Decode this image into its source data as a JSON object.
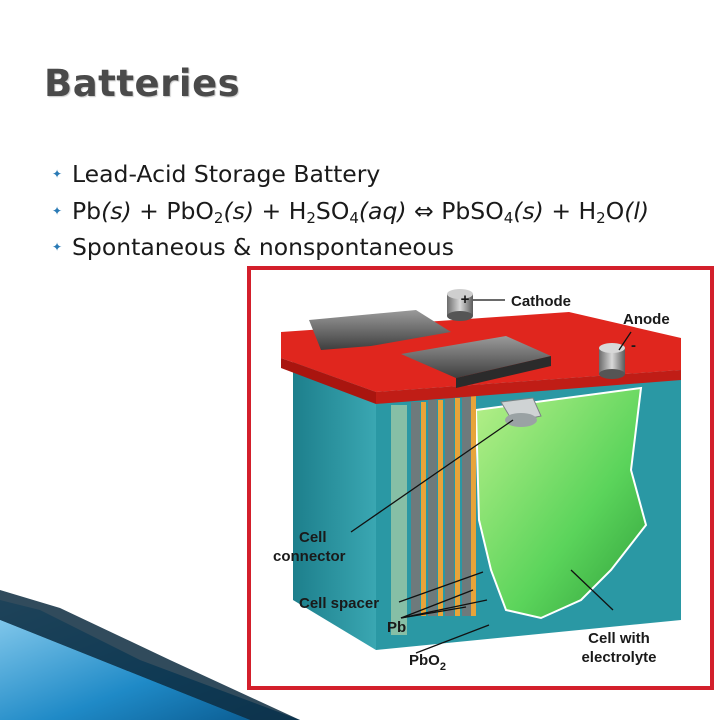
{
  "slide": {
    "title": "Batteries",
    "bullets": [
      {
        "text": "Lead-Acid Storage Battery"
      },
      {
        "equation": {
          "r1": "Pb",
          "r1_state": "(s)",
          "plus1": " + ",
          "r2": "PbO",
          "r2_sub": "2",
          "r2_state": "(s)",
          "plus2": " + ",
          "r3a": "H",
          "r3_sub1": "2",
          "r3b": "SO",
          "r3_sub2": "4",
          "r3_state": "(aq)",
          "arrow": " ⇔ ",
          "p1": "PbSO",
          "p1_sub": "4",
          "p1_state": "(s)",
          "plus3": " + ",
          "p2a": "H",
          "p2_sub": "2",
          "p2b": "O",
          "p2_state": "(l)"
        }
      },
      {
        "text": "Spontaneous & nonspontaneous"
      }
    ],
    "bullet_icon": "list-bullet-icon",
    "accent_color": "#2a7ab5"
  },
  "diagram": {
    "border_color": "#d31f2b",
    "labels": {
      "plus": "+",
      "cathode": "Cathode",
      "anode": "Anode",
      "minus": "-",
      "cell_connector_1": "Cell",
      "cell_connector_2": "connector",
      "cell_spacer": "Cell spacer",
      "pb": "Pb",
      "pbo2": "PbO",
      "pbo2_sub": "2",
      "cell_with_1": "Cell with",
      "cell_with_2": "electrolyte"
    }
  }
}
